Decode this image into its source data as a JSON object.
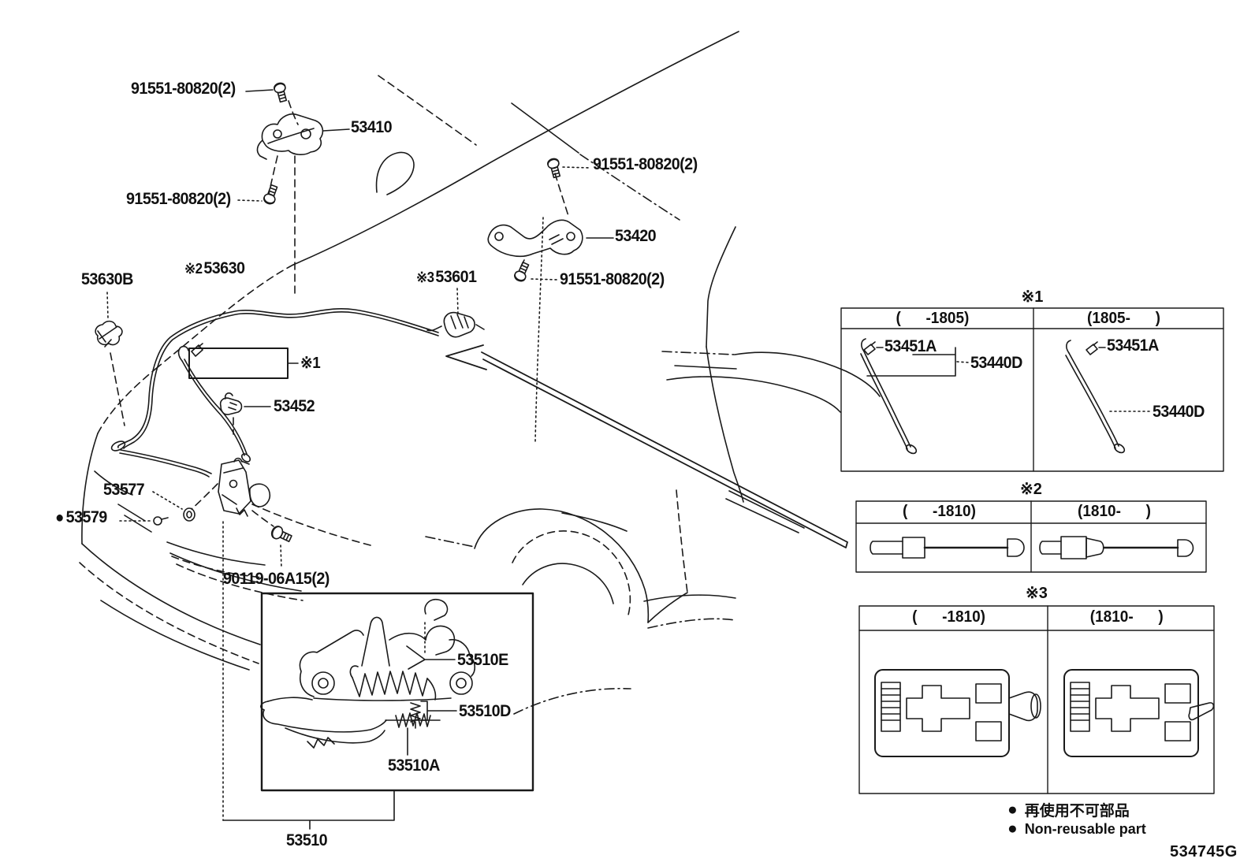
{
  "doc": {
    "code": "534745G"
  },
  "legend": {
    "bullet": "●",
    "jp": "再使用不可部品",
    "en": "Non-reusable part"
  },
  "callouts": {
    "c1": {
      "text": "91551-80820(2)"
    },
    "c2": {
      "text": "53410"
    },
    "c3": {
      "text": "91551-80820(2)"
    },
    "c4": {
      "text": "91551-80820(2)"
    },
    "c5": {
      "text": "53420"
    },
    "c6": {
      "text": "91551-80820(2)"
    },
    "c7": {
      "text": "53630B"
    },
    "c8": {
      "prefix": "※2",
      "text": "53630"
    },
    "c9": {
      "prefix": "※3",
      "text": "53601"
    },
    "c10": {
      "text": "※1"
    },
    "c11": {
      "text": "53452"
    },
    "c12": {
      "text": "53577"
    },
    "c13": {
      "bullet": "●",
      "text": "53579"
    },
    "c14": {
      "text": "90119-06A15(2)"
    },
    "c15": {
      "text": "53510E"
    },
    "c16": {
      "text": "53510D"
    },
    "c17": {
      "text": "53510A"
    },
    "c18": {
      "text": "53510"
    }
  },
  "tables": {
    "t1": {
      "marker": "※1",
      "col1": "(      -1805)",
      "col2": "(1805-      )",
      "left": {
        "clip": "53451A",
        "rod": "53440D"
      },
      "right": {
        "clip": "53451A",
        "rod": "53440D"
      }
    },
    "t2": {
      "marker": "※2",
      "col1": "(      -1810)",
      "col2": "(1810-      )"
    },
    "t3": {
      "marker": "※3",
      "col1": "(      -1810)",
      "col2": "(1810-      )"
    }
  }
}
